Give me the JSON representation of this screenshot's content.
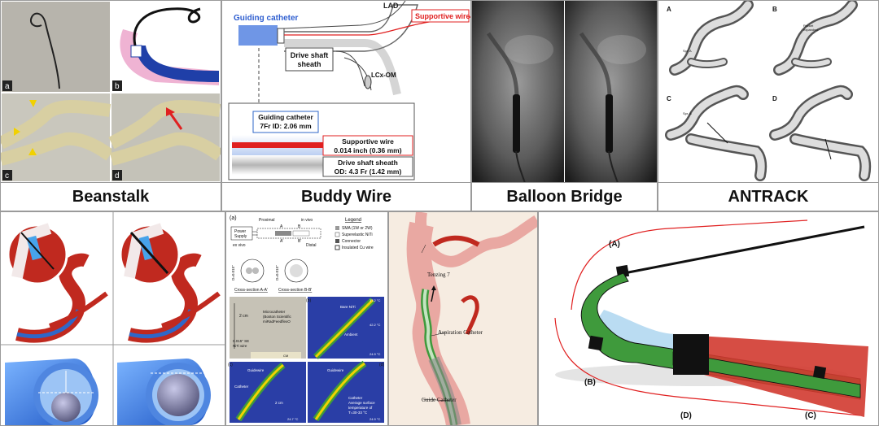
{
  "captions": {
    "beanstalk": "Beanstalk",
    "buddy": "Buddy Wire",
    "balloon": "Balloon Bridge",
    "antrack": "ANTRACK"
  },
  "beanstalk_labels": [
    "a",
    "b",
    "c",
    "d"
  ],
  "buddy": {
    "guiding_catheter": "Guiding catheter",
    "supportive_wire": "Supportive wire",
    "lad": "LAD",
    "drive_shaft_l1": "Drive shaft",
    "drive_shaft_l2": "sheath",
    "lcx": "LCx-OM",
    "box_gc_l1": "Guiding catheter",
    "box_gc_l2": "7Fr ID: 2.06 mm",
    "box_sw_l1": "Supportive wire",
    "box_sw_l2": "0.014 inch (0.36 mm)",
    "box_ds_l1": "Drive shaft sheath",
    "box_ds_l2": "OD: 4.3 Fr (1.42 mm)"
  },
  "antrack_labels": [
    "A",
    "B",
    "C",
    "D"
  ],
  "antrack_small": {
    "a": "Spr. A",
    "b_l1": "Pocket",
    "b_l2": "expanded",
    "c": "Spr. A"
  },
  "nitinol": {
    "a": "(a)",
    "proximal": "Proximal",
    "invivo": "in vivo",
    "power1": "Power",
    "power2": "Supply",
    "exvivo": "ex vivo",
    "distal": "Distal",
    "legend": "Legend",
    "leg1": "SMA (1W or 2W)",
    "leg2": "Superelastic NiTi",
    "leg3": "Connector",
    "leg4": "Insulated Cu wire",
    "cs_a": "Cross-section A-A'",
    "cs_b": "Cross-section B-B'",
    "d1": "D=0.015\"",
    "d2": "D=0.015\"",
    "pA": "A",
    "pB": "B",
    "pA2": "A'",
    "pB2": "B'",
    "b": "(b)",
    "c": "(c)",
    "d": "(d)",
    "cm2": "2 cm",
    "cm2b": "2 cm",
    "micro1": "Microcatheter",
    "micro2": "(Boston Scientific",
    "micro3": "miRadFeedflexO",
    "se1": "0.015\" SE",
    "se2": "NiTi wire",
    "bare": "Bare NiTi",
    "ambient": "Ambient",
    "t_b1": "42.2 °C",
    "t_b2": "24.9 °C",
    "t_b3": "37.2 °C",
    "guidewire_c": "Guidewire",
    "catheter_c": "Catheter",
    "guidewire_d": "Guidewire",
    "cath_d1": "Catheter",
    "cath_d2": "Average surface",
    "cath_d3": "temperature of",
    "cath_d4": "T=30-33 °C",
    "t_c": "24.7 °C",
    "t_d": "24.9 °C",
    "cm_scale": "CM"
  },
  "tenzing": {
    "tenzing": "Tenzing 7",
    "aspiration": "Aspiration Catheter",
    "guide": "Guide Catheter"
  },
  "catheter_labels": {
    "a": "(A)",
    "b": "(B)",
    "c": "(C)",
    "d": "(D)"
  },
  "colors": {
    "vessel_red": "#c0291f",
    "sheath_blue": "#2f67c8",
    "green": "#3f9a3c",
    "wire_red": "#e02020"
  }
}
